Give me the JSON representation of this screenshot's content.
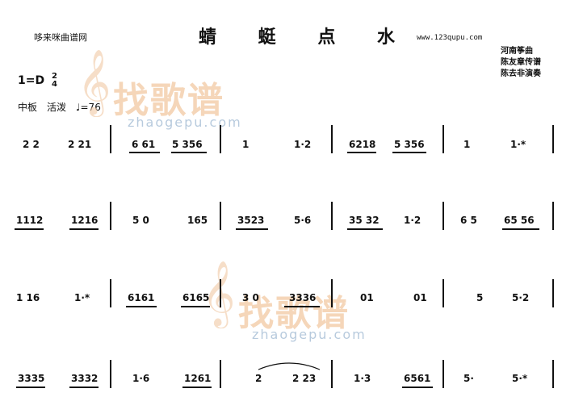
{
  "header": {
    "site_name": "哆来咪曲谱网",
    "title": "蜻 蜓 点 水",
    "url": "www.123qupu.com",
    "credits": [
      "河南筝曲",
      "陈友章传谱",
      "陈去非演奏"
    ]
  },
  "meta": {
    "key": "1=D",
    "time_top": "2",
    "time_bottom": "4",
    "tempo_text": "中板　活泼",
    "tempo_mark": "♩=76"
  },
  "watermarks": [
    {
      "cn": "找歌谱",
      "en": "zhaogepu.com"
    },
    {
      "cn": "找歌谱",
      "en": "zhaogepu.com"
    }
  ],
  "rows": [
    {
      "notes": [
        "2 2",
        "2 21",
        "6 61",
        "5 356",
        "1",
        "1·2",
        "6218",
        "5 356",
        "1",
        "1·*"
      ]
    },
    {
      "notes": [
        "1112",
        "1216",
        "5 0",
        "165",
        "3523",
        "5·6",
        "35 32",
        "1·2",
        "6 5",
        "65 56"
      ]
    },
    {
      "notes": [
        "1 16",
        "1·*",
        "6161",
        "6165",
        "3 0",
        "3336",
        "01",
        "01",
        "5",
        "5·2"
      ]
    },
    {
      "notes": [
        "3335",
        "3332",
        "1·6",
        "1261",
        "2",
        "2 23",
        "1·3",
        "6561",
        "5·",
        "5·*"
      ]
    }
  ]
}
